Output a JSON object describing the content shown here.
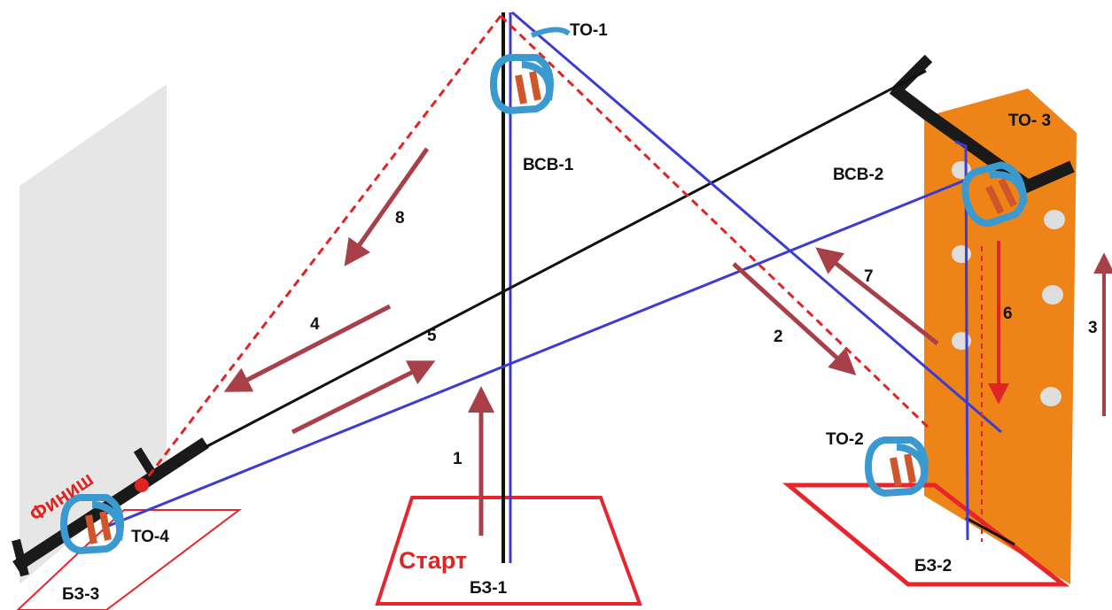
{
  "labels": {
    "to1": "ТО-1",
    "to2": "ТО-2",
    "to3": "ТО- 3",
    "to4": "ТО-4",
    "bsv1": "ВСВ-1",
    "bsv2": "ВСВ-2",
    "bz1": "БЗ-1",
    "bz2": "БЗ-2",
    "bz3": "БЗ-3",
    "start": "Старт",
    "finish": "Финиш"
  },
  "steps": [
    "1",
    "2",
    "3",
    "4",
    "5",
    "6",
    "7",
    "8"
  ],
  "colors": {
    "rope_black": "#111111",
    "rope_blue": "#3c3cd0",
    "dashed_red": "#e02424",
    "arrow": "#a8404a",
    "zone_red": "#e8242c",
    "wall_orange": "#ee8418",
    "carabiner_blue": "#3a9ad0",
    "carabiner_orange": "#d0552a"
  }
}
